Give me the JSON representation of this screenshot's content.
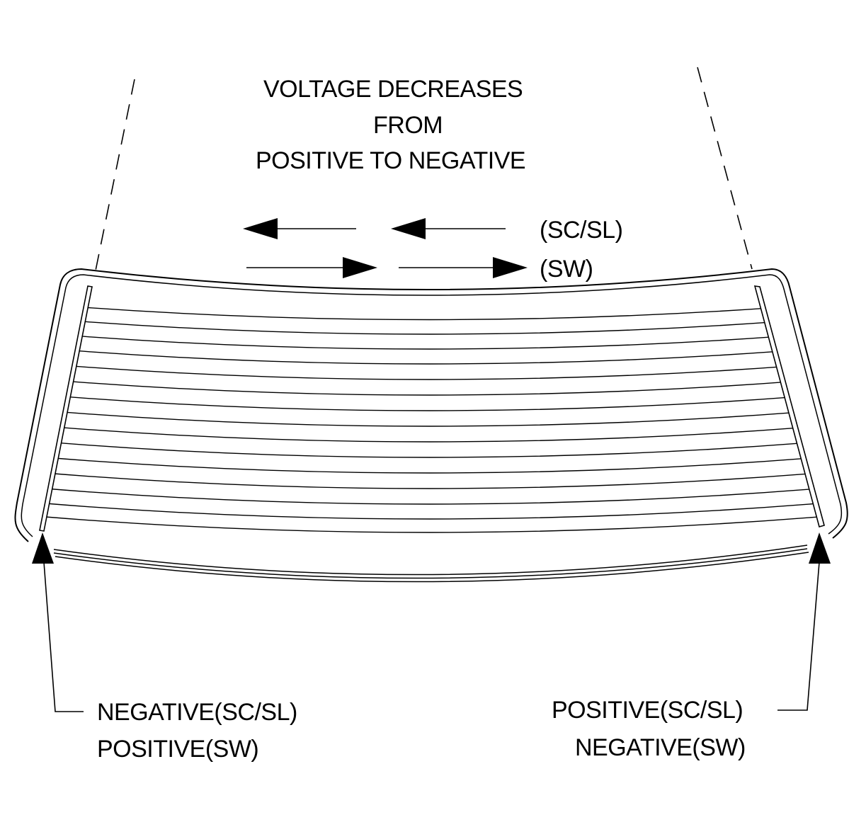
{
  "title": {
    "line1": "VOLTAGE DECREASES",
    "line2": "FROM",
    "line3": "POSITIVE TO NEGATIVE"
  },
  "flow_labels": {
    "upper": "(SC/SL)",
    "lower": "(SW)"
  },
  "left_terminal": {
    "line1": "NEGATIVE(SC/SL)",
    "line2": "POSITIVE(SW)"
  },
  "right_terminal": {
    "line1": "POSITIVE(SC/SL)",
    "line2": "NEGATIVE(SW)"
  },
  "colors": {
    "ink": "#000000",
    "background": "#ffffff"
  }
}
